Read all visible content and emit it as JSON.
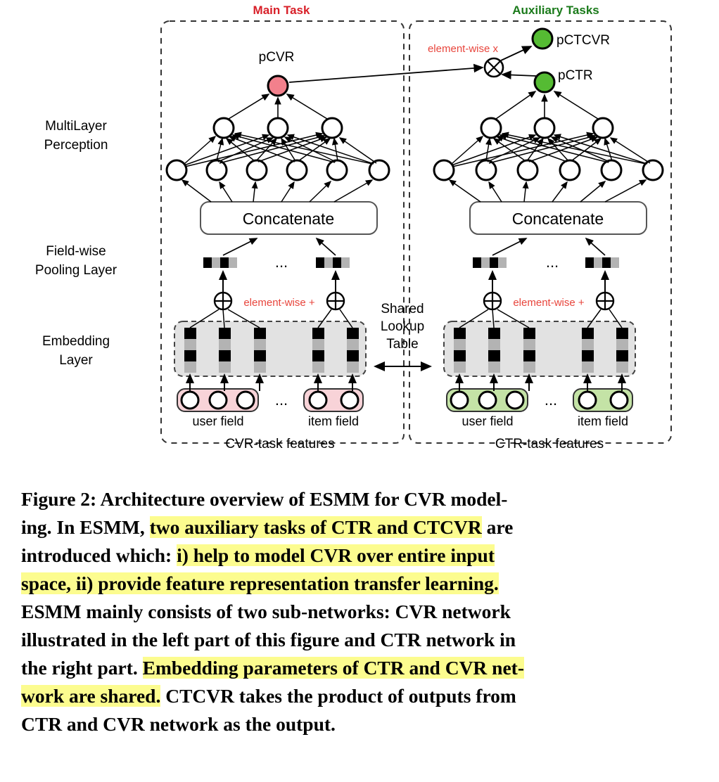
{
  "figure": {
    "headers": {
      "main_task": "Main Task",
      "main_task_color": "#d81f28",
      "auxiliary_tasks": "Auxiliary Tasks",
      "auxiliary_tasks_color": "#1a7a1a"
    },
    "left_labels": [
      "MultiLayer",
      "Perception",
      "Field-wise",
      "Pooling Layer",
      "Embedding",
      "Layer"
    ],
    "left_label_groups": [
      {
        "name": "mlp",
        "lines": [
          "MultiLayer",
          "Perception"
        ]
      },
      {
        "name": "field-wise-pooling",
        "lines": [
          "Field-wise",
          "Pooling Layer"
        ]
      },
      {
        "name": "embedding",
        "lines": [
          "Embedding",
          "Layer"
        ]
      }
    ],
    "shared_lookup": [
      "Shared",
      "Lookup",
      "Table"
    ],
    "main": {
      "output_label": "pCVR",
      "output_color": "#f2808c",
      "concatenate": "Concatenate",
      "elementwise_plus": "element-wise +",
      "elementwise_color": "#e8453c",
      "user_field": "user field",
      "item_field": "item field",
      "field_box_color": "#f8d3d8",
      "task_features": "CVR-task features",
      "ellipsis": "...",
      "mlp_layer_sizes": [
        6,
        3,
        1
      ],
      "input_circles": [
        3,
        2
      ]
    },
    "aux": {
      "output_label_ctcvr": "pCTCVR",
      "output_label_ctr": "pCTR",
      "output_color": "#55bb33",
      "concatenate": "Concatenate",
      "elementwise_plus": "element-wise +",
      "elementwise_times": "element-wise x",
      "elementwise_color": "#e8453c",
      "user_field": "user field",
      "item_field": "item field",
      "field_box_color": "#c4e3a6",
      "task_features": "CTR-task features",
      "ellipsis": "...",
      "mlp_layer_sizes": [
        6,
        3,
        1
      ],
      "input_circles": [
        3,
        2
      ]
    }
  },
  "caption": {
    "lines": [
      [
        {
          "t": "Figure 2: Architecture overview of ESMM for CVR model-",
          "h": false
        }
      ],
      [
        {
          "t": "ing. In ESMM, ",
          "h": false
        },
        {
          "t": "two auxiliary tasks of CTR and CTCVR",
          "h": true
        },
        {
          "t": " are",
          "h": false
        }
      ],
      [
        {
          "t": "introduced which: ",
          "h": false
        },
        {
          "t": "i) help to model CVR over entire input",
          "h": true
        }
      ],
      [
        {
          "t": "space, ii) provide feature representation transfer learning.",
          "h": true
        }
      ],
      [
        {
          "t": "ESMM mainly consists of two sub-networks: CVR network",
          "h": false
        }
      ],
      [
        {
          "t": "illustrated in the left part of this figure and CTR network in",
          "h": false
        }
      ],
      [
        {
          "t": "the right part. ",
          "h": false
        },
        {
          "t": "Embedding parameters of CTR and CVR net-",
          "h": true
        }
      ],
      [
        {
          "t": "work are shared.",
          "h": true
        },
        {
          "t": " CTCVR takes the product of outputs from",
          "h": false
        }
      ],
      [
        {
          "t": "CTR and CVR network as the output.",
          "h": false
        }
      ]
    ],
    "highlight_color": "#fcfc8f"
  }
}
